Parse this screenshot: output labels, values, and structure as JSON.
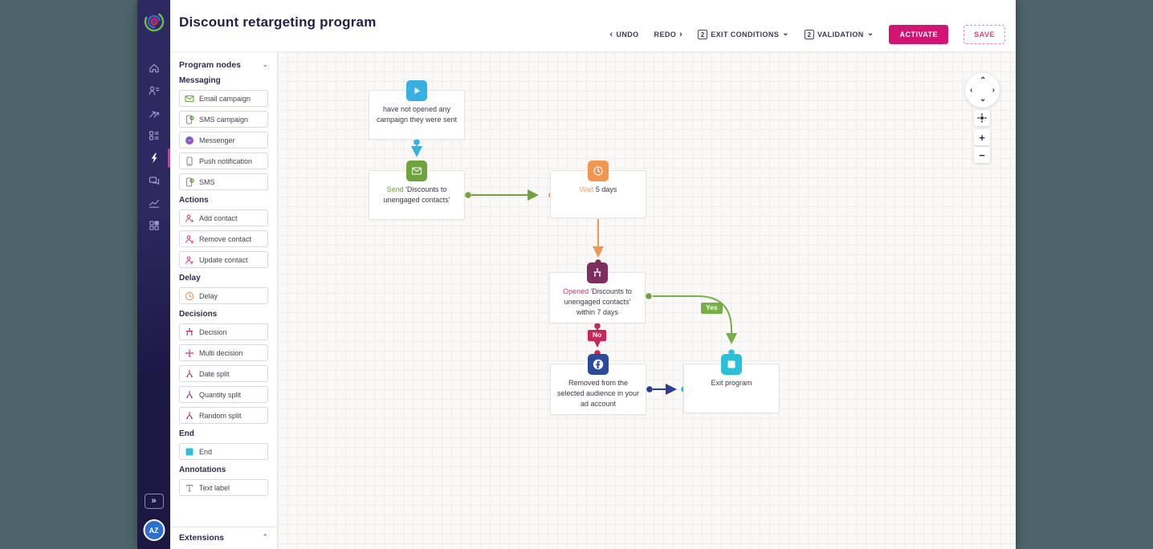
{
  "app": {
    "title": "Discount retargeting program"
  },
  "toolbar": {
    "undo": "UNDO",
    "redo": "REDO",
    "exit_conditions": {
      "count": "2",
      "label": "EXIT CONDITIONS"
    },
    "validation": {
      "count": "2",
      "label": "VALIDATION"
    },
    "activate": "ACTIVATE",
    "save": "SAVE"
  },
  "nav": {
    "icons": [
      "home",
      "contacts",
      "campaigns",
      "forms",
      "automation",
      "conversations",
      "analytics",
      "apps"
    ],
    "active": "automation",
    "avatar": "AZ"
  },
  "icons": {
    "chevron_left": "‹",
    "chevron_right": "›",
    "chevron_up": "⌃",
    "chevron_down": "⌄",
    "double_chevron": "»",
    "plus": "+",
    "minus": "−"
  },
  "panel": {
    "title": "Program nodes",
    "sections": [
      {
        "name": "Messaging",
        "items": [
          {
            "label": "Email campaign",
            "icon": "email"
          },
          {
            "label": "SMS campaign",
            "icon": "sms-phone"
          },
          {
            "label": "Messenger",
            "icon": "messenger"
          },
          {
            "label": "Push notification",
            "icon": "push-phone"
          },
          {
            "label": "SMS",
            "icon": "sms-phone"
          }
        ]
      },
      {
        "name": "Actions",
        "items": [
          {
            "label": "Add contact",
            "icon": "person-add"
          },
          {
            "label": "Remove contact",
            "icon": "person-remove"
          },
          {
            "label": "Update contact",
            "icon": "person-update"
          }
        ]
      },
      {
        "name": "Delay",
        "items": [
          {
            "label": "Delay",
            "icon": "clock"
          }
        ]
      },
      {
        "name": "Decisions",
        "items": [
          {
            "label": "Decision",
            "icon": "decision-split"
          },
          {
            "label": "Multi decision",
            "icon": "multi-split"
          },
          {
            "label": "Date split",
            "icon": "split"
          },
          {
            "label": "Quantity split",
            "icon": "split"
          },
          {
            "label": "Random split",
            "icon": "split"
          }
        ]
      },
      {
        "name": "End",
        "items": [
          {
            "label": "End",
            "icon": "end-square"
          }
        ]
      },
      {
        "name": "Annotations",
        "items": [
          {
            "label": "Text label",
            "icon": "text-label"
          }
        ]
      }
    ],
    "extensions_label": "Extensions"
  },
  "canvas": {
    "nodes": [
      {
        "name": "trigger",
        "icon": "play",
        "prefix": "",
        "text": "have not opened any campaign they were sent"
      },
      {
        "name": "send-email",
        "icon": "email",
        "prefix": "Send ",
        "text": "'Discounts to unengaged contacts'"
      },
      {
        "name": "wait",
        "icon": "clock",
        "prefix": "Wait ",
        "text": "5 days"
      },
      {
        "name": "decision",
        "icon": "decision-split",
        "prefix": "Opened ",
        "text": "'Discounts to unengaged contacts' within 7 days"
      },
      {
        "name": "facebook-audience",
        "icon": "facebook",
        "prefix": "",
        "text": "Removed from the selected audience in your ad account"
      },
      {
        "name": "exit-program",
        "icon": "end-square",
        "prefix": "",
        "text": "Exit program"
      }
    ],
    "edge_labels": {
      "yes": "Yes",
      "no": "No"
    }
  },
  "colors": {
    "accent_pink": "#d31472",
    "sidebar_purple": "#2d2961",
    "cyan": "#38b1e2",
    "green": "#6fa43c",
    "orange": "#f2954e",
    "plum": "#7e2d60",
    "crimson": "#c92556",
    "facebook_blue": "#2c4a9b",
    "teal": "#29c0da",
    "yes_green": "#74b042"
  }
}
